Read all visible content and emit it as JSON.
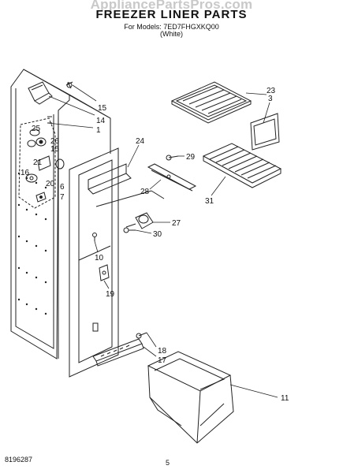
{
  "header": {
    "watermark": "AppliancePartsPros.com",
    "title": "FREEZER LINER PARTS",
    "models_line": "For Models: 7ED7FHGXKQ00",
    "color_line": "(White)"
  },
  "footer": {
    "doc_number": "8196287",
    "page_number": "5"
  },
  "callouts": {
    "c1": "1",
    "c3": "3",
    "c6": "6",
    "c7": "7",
    "c10": "10",
    "c11": "11",
    "c14": "14",
    "c15a": "15",
    "c15b": "15",
    "c16": "16",
    "c17": "17",
    "c18": "18",
    "c19": "19",
    "c20": "20",
    "c21": "21",
    "c23": "23",
    "c24": "24",
    "c25": "25",
    "c26": "26",
    "c27": "27",
    "c28": "28",
    "c29": "29",
    "c30": "30",
    "c31": "31"
  }
}
